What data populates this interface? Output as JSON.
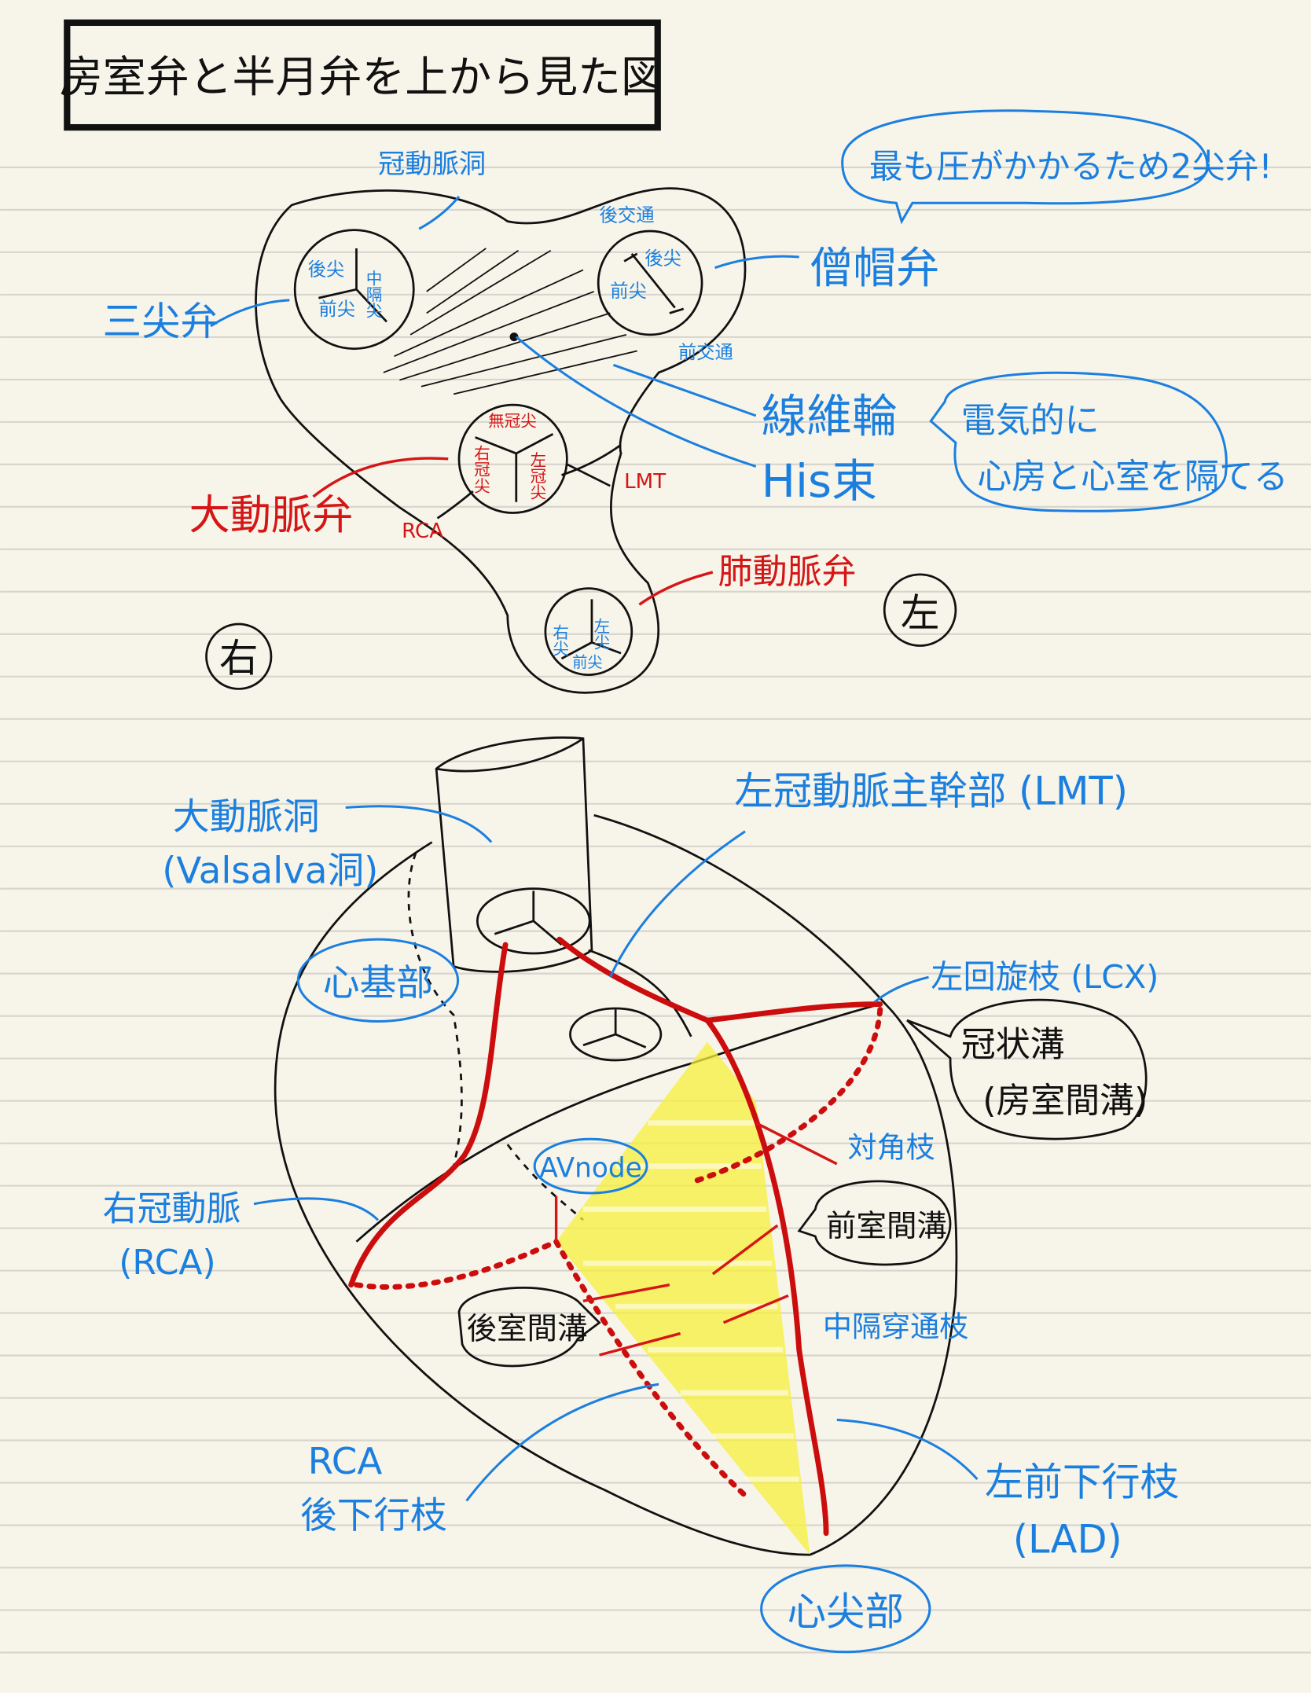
{
  "title": "房室弁と半月弁を上から見た図",
  "top_view": {
    "coronary_sinus": "冠動脈洞",
    "mitral_note": "最も圧がかかるため2尖弁!",
    "tricuspid": {
      "label": "三尖弁",
      "cusps": [
        "後尖",
        "中隔尖",
        "前尖"
      ]
    },
    "mitral": {
      "label": "僧帽弁",
      "cusps": [
        "後尖",
        "前尖"
      ],
      "posterior_commissure": "後交通",
      "anterior_commissure": "前交通"
    },
    "fibrous_ring": "線維輪",
    "his_bundle": "His束",
    "fibrous_note": [
      "電気的に",
      "心房と心室を隔てる"
    ],
    "aortic": {
      "label": "大動脈弁",
      "cusps": [
        "無冠尖",
        "右冠尖",
        "左冠尖"
      ],
      "rca": "RCA",
      "lmt": "LMT"
    },
    "pulmonic": {
      "label": "肺動脈弁",
      "cusps": [
        "右尖",
        "左尖",
        "前尖"
      ]
    },
    "right_marker": "右",
    "left_marker": "左"
  },
  "heart_view": {
    "aortic_sinus": [
      "大動脈洞",
      "(Valsalva洞)"
    ],
    "lmt": "左冠動脈主幹部 (LMT)",
    "base": "心基部",
    "lcx": "左回旋枝 (LCX)",
    "coronary_sulcus": [
      "冠状溝",
      "(房室間溝)"
    ],
    "diagonal": "対角枝",
    "av_node": "AVnode",
    "anterior_groove": "前室間溝",
    "rca": [
      "右冠動脈",
      "(RCA)"
    ],
    "posterior_groove": "後室間溝",
    "septal": "中隔穿通枝",
    "pda": [
      "RCA",
      "後下行枝"
    ],
    "lad": [
      "左前下行枝",
      "(LAD)"
    ],
    "apex": "心尖部"
  },
  "colors": {
    "blue": "#1b7fe0",
    "red": "#cc0d0d",
    "yellow": "#f5f03a",
    "paper": "#f7f4e9"
  }
}
